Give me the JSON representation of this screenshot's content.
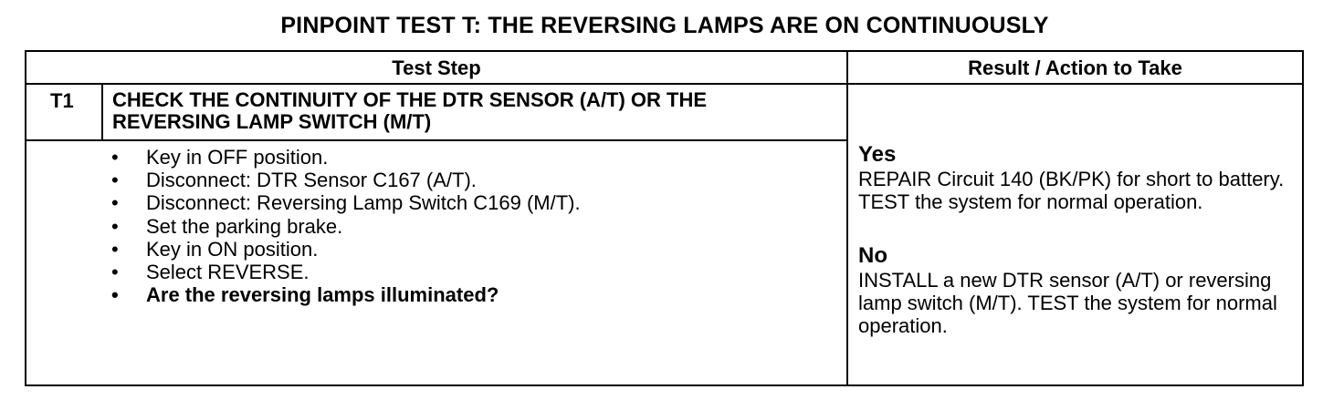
{
  "title": "PINPOINT TEST  T: THE REVERSING LAMPS ARE ON CONTINUOUSLY",
  "headers": {
    "test_step": "Test Step",
    "result": "Result / Action to Take"
  },
  "step": {
    "id": "T1",
    "title": "CHECK THE CONTINUITY OF THE DTR SENSOR (A/T) OR THE REVERSING LAMP SWITCH (M/T)",
    "items": [
      "Key in OFF position.",
      "Disconnect: DTR Sensor C167 (A/T).",
      "Disconnect: Reversing Lamp Switch C169 (M/T).",
      "Set the parking brake.",
      "Key in ON position.",
      "Select REVERSE.",
      "Are the reversing lamps illuminated?"
    ]
  },
  "results": {
    "yes_label": "Yes",
    "yes_text": "REPAIR Circuit 140 (BK/PK) for short to battery. TEST the system for normal operation.",
    "no_label": "No",
    "no_text": "INSTALL a new DTR sensor (A/T) or reversing lamp switch (M/T). TEST the system for normal operation."
  }
}
